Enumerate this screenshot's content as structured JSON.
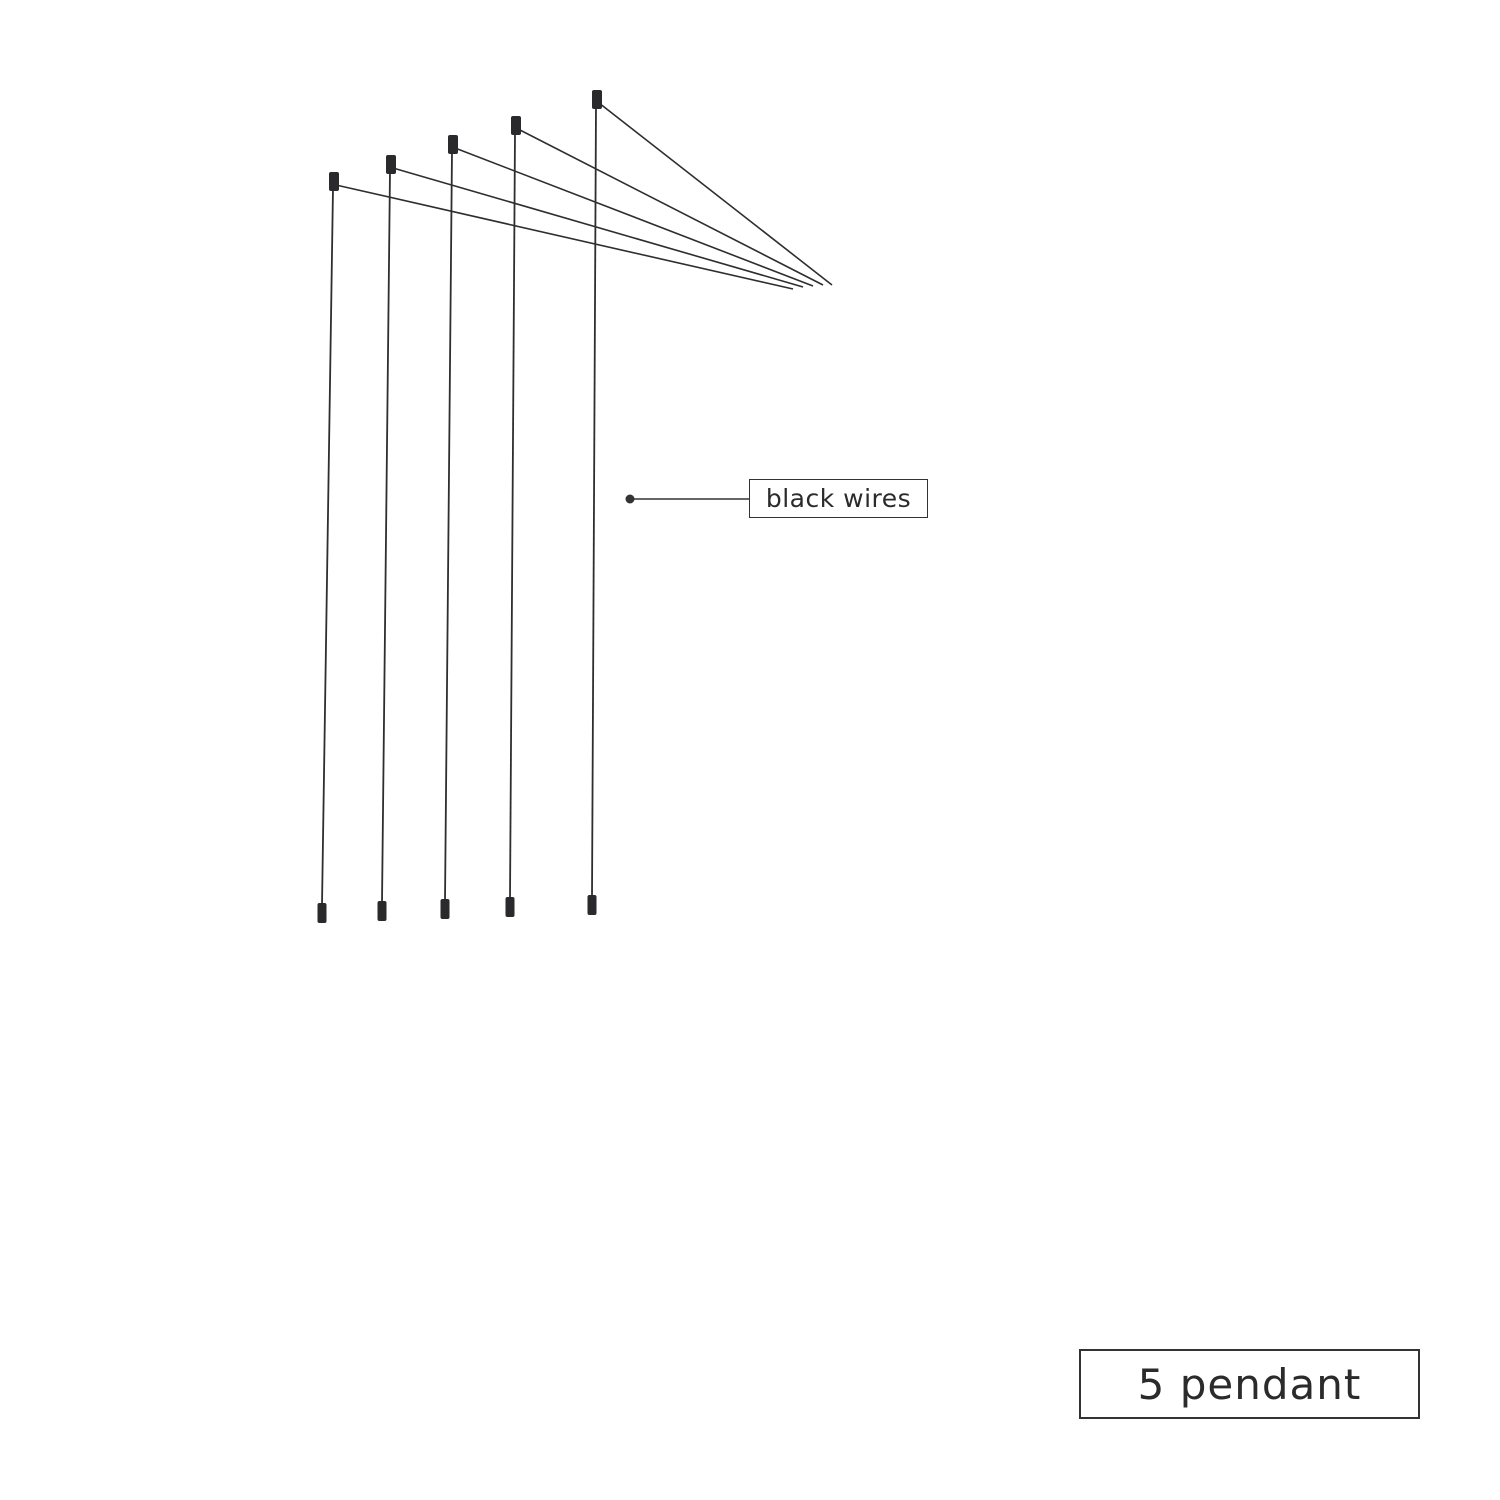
{
  "callout": {
    "label": "black wires"
  },
  "title": {
    "label": "5 pendant"
  },
  "colors": {
    "wire": "#2e2e30",
    "fixture": "#2a2a2d",
    "outline": "#333333"
  },
  "pendant_count": 5
}
